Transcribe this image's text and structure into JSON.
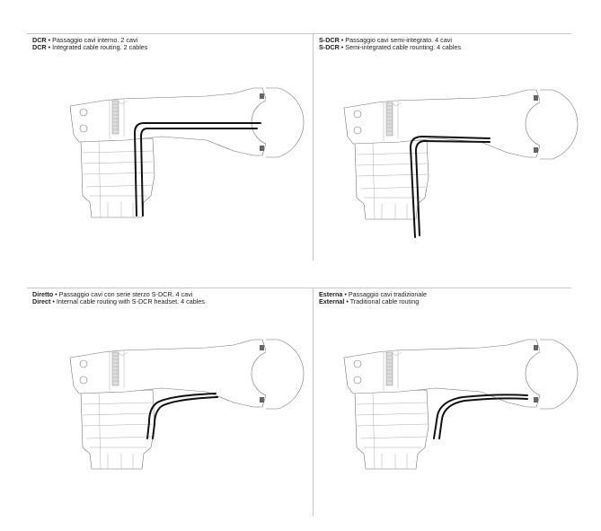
{
  "panels": [
    {
      "id": "dcr",
      "it_bold": "DCR",
      "it_text": "Passaggio cavi interno. 2 cavi",
      "en_bold": "DCR",
      "en_text": "Integrated cable routing. 2 cables"
    },
    {
      "id": "s-dcr",
      "it_bold": "S-DCR",
      "it_text": "Passaggio cavi semi-integrato. 4 cavi",
      "en_bold": "S-DCR",
      "en_text": "Semi-integrated cable rounting. 4 cables"
    },
    {
      "id": "diretto",
      "it_bold": "Diretto",
      "it_text": "Passaggio cavi con serie sterzo S-DCR. 4 cavi",
      "en_bold": "Direct",
      "en_text": "Internal cable routing with S-DCR headset. 4 cables"
    },
    {
      "id": "esterna",
      "it_bold": "Esterna",
      "it_text": "Passaggio cavi tradizionale",
      "en_bold": "External",
      "en_text": "Traditional cable routing"
    }
  ],
  "separator": " • "
}
